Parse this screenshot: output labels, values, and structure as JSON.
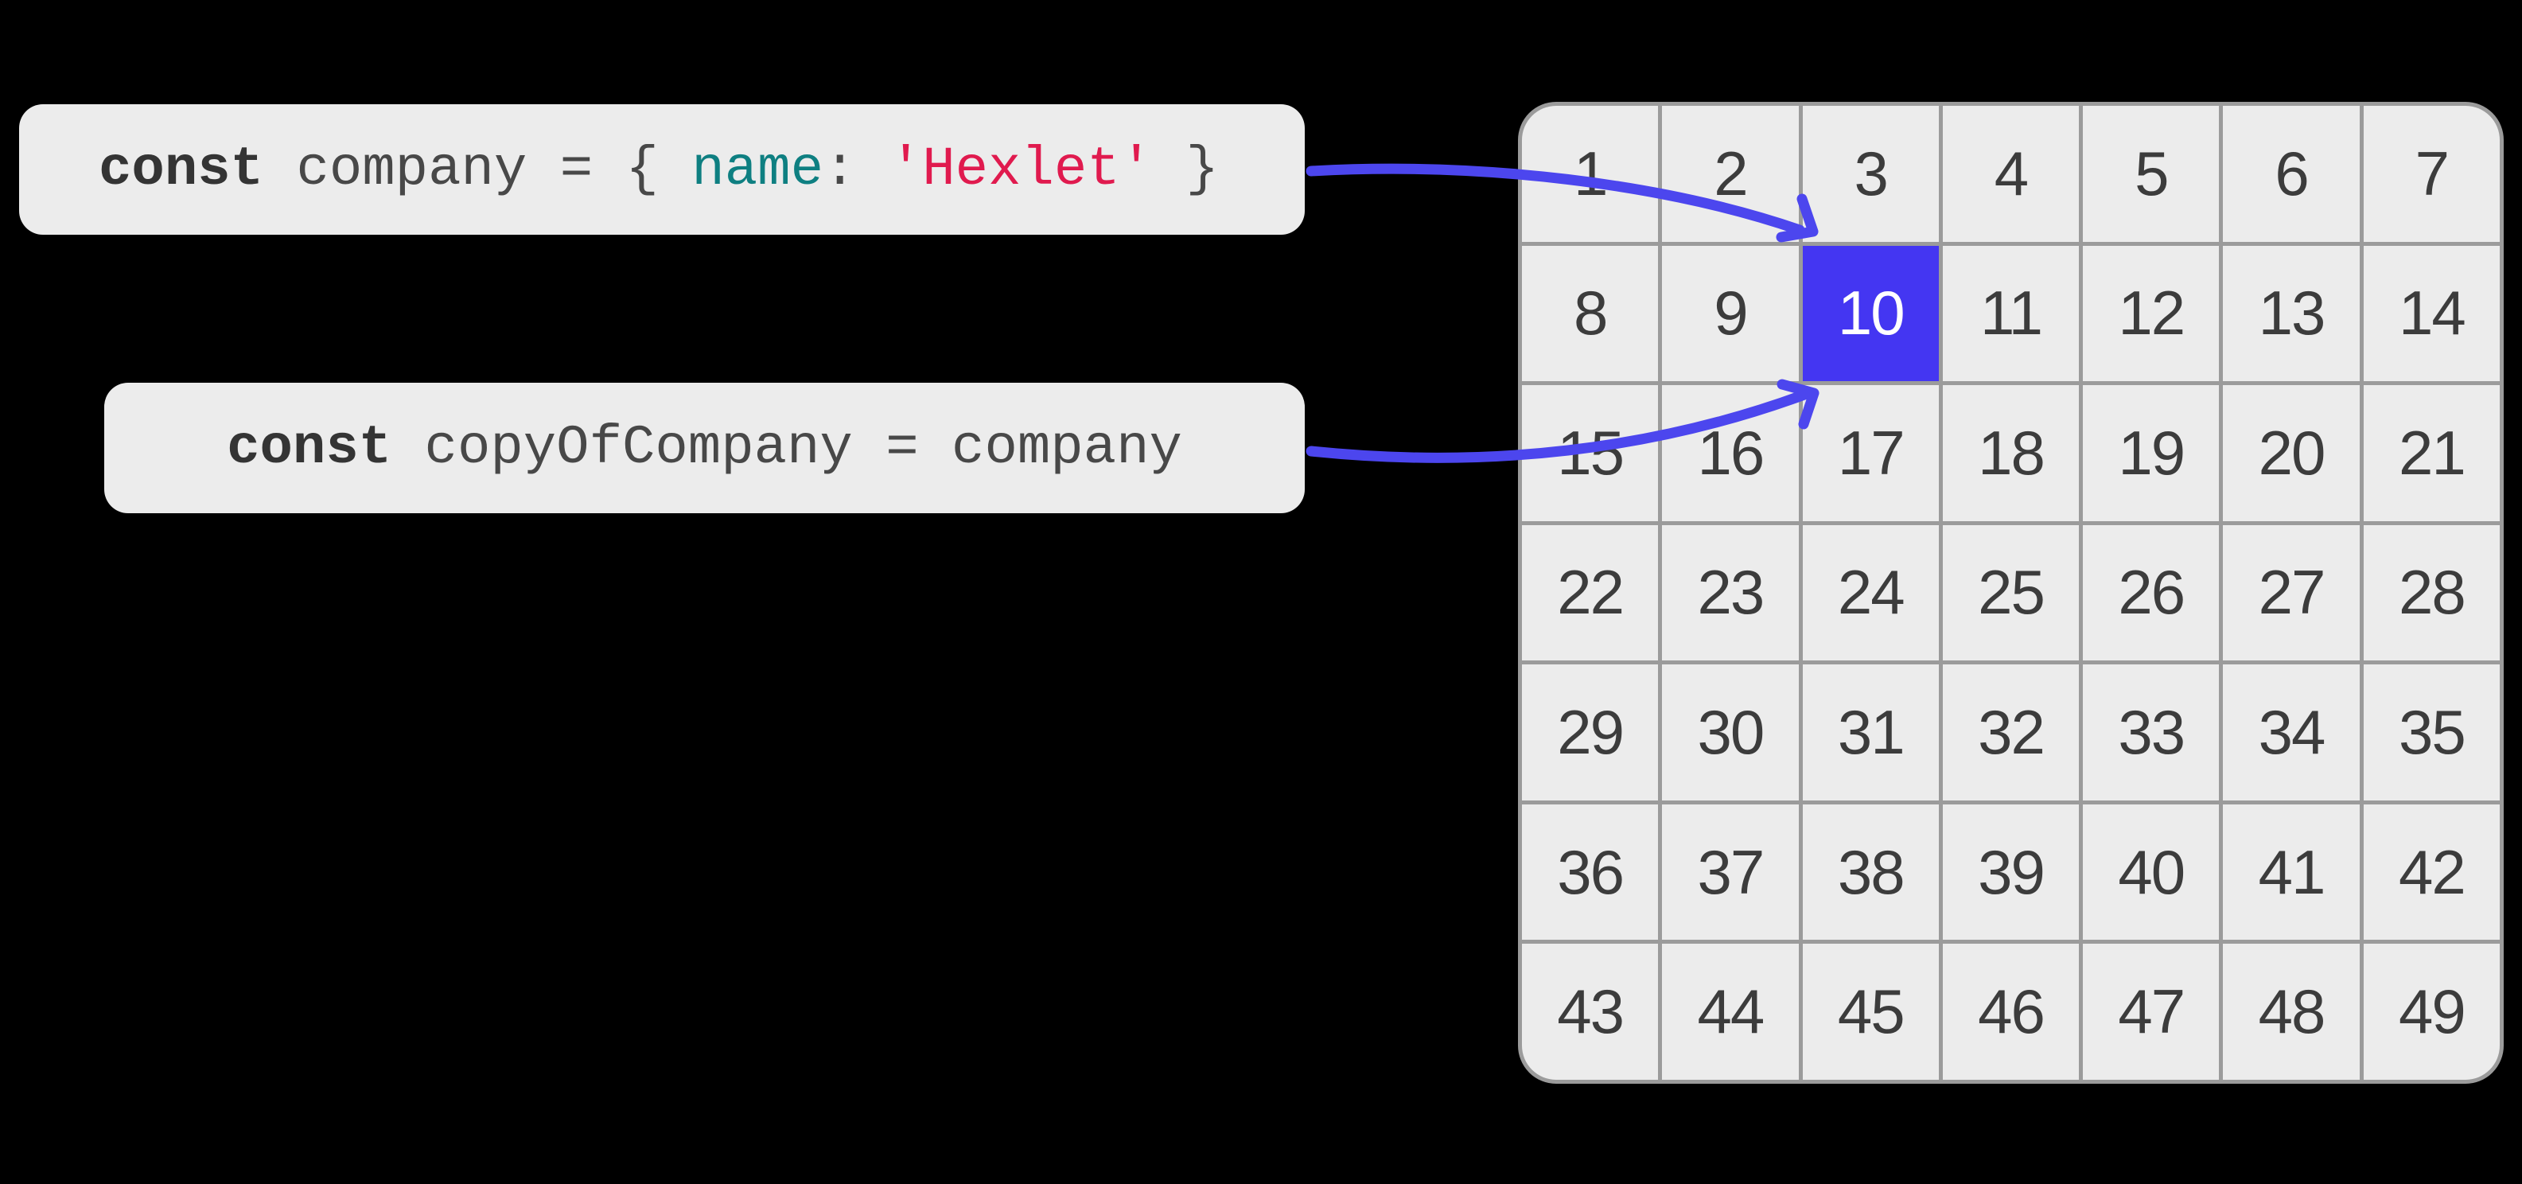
{
  "background_color": "#000000",
  "code_snippets": [
    {
      "id": "company-declaration",
      "full_text": "const company = { name: 'Hexlet' }",
      "tokens": [
        {
          "text": "const",
          "type": "keyword"
        },
        {
          "text": " company = { ",
          "type": "plain"
        },
        {
          "text": "name",
          "type": "property"
        },
        {
          "text": ": ",
          "type": "plain"
        },
        {
          "text": "'Hexlet'",
          "type": "string"
        },
        {
          "text": " }",
          "type": "plain"
        }
      ]
    },
    {
      "id": "copy-declaration",
      "full_text": "const copyOfCompany = company",
      "tokens": [
        {
          "text": "const",
          "type": "keyword"
        },
        {
          "text": " copyOfCompany = company",
          "type": "plain"
        }
      ]
    }
  ],
  "memory_grid": {
    "rows": 7,
    "columns": 7,
    "cells": [
      "1",
      "2",
      "3",
      "4",
      "5",
      "6",
      "7",
      "8",
      "9",
      "10",
      "11",
      "12",
      "13",
      "14",
      "15",
      "16",
      "17",
      "18",
      "19",
      "20",
      "21",
      "22",
      "23",
      "24",
      "25",
      "26",
      "27",
      "28",
      "29",
      "30",
      "31",
      "32",
      "33",
      "34",
      "35",
      "36",
      "37",
      "38",
      "39",
      "40",
      "41",
      "42",
      "43",
      "44",
      "45",
      "46",
      "47",
      "48",
      "49"
    ],
    "highlighted_cell": "10",
    "cell_background": "#ececec",
    "grid_line_color": "#9b9b9b",
    "number_color": "#3c3c3c",
    "highlight_color": "#4436f2",
    "highlight_text_color": "#ffffff"
  },
  "arrows": [
    {
      "from": "company-declaration",
      "to": "memory-cell-10"
    },
    {
      "from": "copy-declaration",
      "to": "memory-cell-10"
    }
  ],
  "colors": {
    "arrow": "#4c46ee",
    "box_background": "#ececec",
    "keyword": "#343434",
    "plain": "#484848",
    "property": "#0e7f81",
    "string": "#e01a4e"
  }
}
